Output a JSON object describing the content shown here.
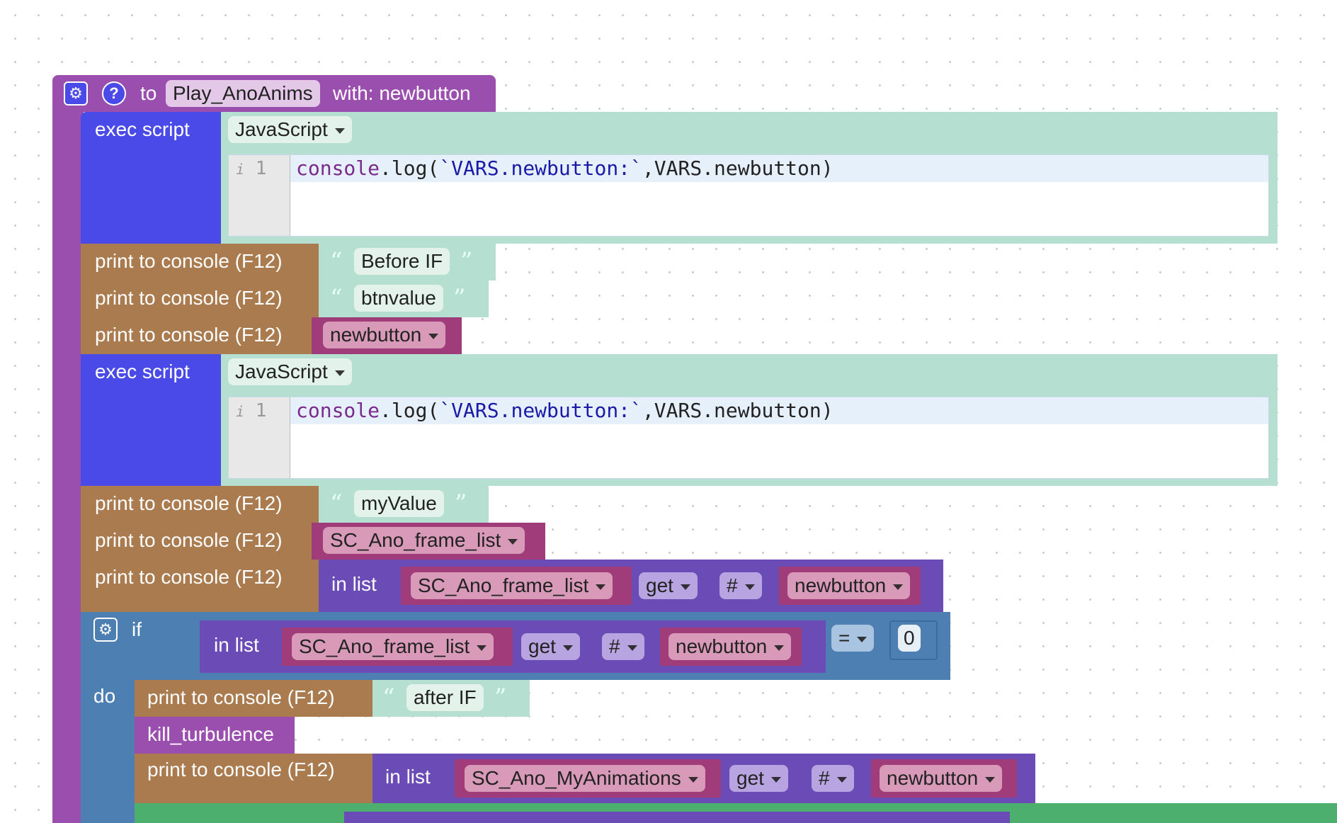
{
  "procedure": {
    "keyword": "to",
    "name": "Play_AnoAnims",
    "params": "with: newbutton",
    "gear_icon": "gear-icon",
    "help_icon": "question-icon"
  },
  "exec1": {
    "label": "exec script",
    "language": "JavaScript",
    "line_number": "1",
    "code_fn": "console",
    "code_dot": ".log(",
    "code_str": "`VARS.newbutton:`",
    "code_rest": ",VARS.newbutton)"
  },
  "print1": {
    "label": "print to console (F12)",
    "text": "Before IF"
  },
  "print2": {
    "label": "print to console (F12)",
    "text": "btnvalue"
  },
  "print3": {
    "label": "print to console (F12)",
    "var": "newbutton"
  },
  "exec2": {
    "label": "exec script",
    "language": "JavaScript",
    "line_number": "1",
    "code_fn": "console",
    "code_dot": ".log(",
    "code_str": "`VARS.newbutton:`",
    "code_rest": ",VARS.newbutton)"
  },
  "print4": {
    "label": "print to console (F12)",
    "text": "myValue"
  },
  "print5": {
    "label": "print to console (F12)",
    "var": "SC_Ano_frame_list"
  },
  "print6": {
    "label": "print to console (F12)",
    "in_list": "in list",
    "list": "SC_Ano_frame_list",
    "op": "get",
    "index_mode": "#",
    "index_var": "newbutton"
  },
  "if_block": {
    "if_label": "if",
    "do_label": "do",
    "in_list": "in list",
    "list": "SC_Ano_frame_list",
    "op": "get",
    "index_mode": "#",
    "index_var": "newbutton",
    "compare": "=",
    "value": "0"
  },
  "do_print1": {
    "label": "print to console (F12)",
    "text": "after IF"
  },
  "do_call": {
    "label": "kill_turbulence"
  },
  "do_print2": {
    "label": "print to console (F12)",
    "in_list": "in list",
    "list": "SC_Ano_MyAnimations",
    "op": "get",
    "index_mode": "#",
    "index_var": "newbutton"
  },
  "colors": {
    "procedure": "#9a4fae",
    "exec": "#4a4ae8",
    "print": "#a97b4f",
    "text": "#b5dfd0",
    "variable": "#a03c79",
    "list": "#6b4bb5",
    "logic": "#4d7fb3"
  }
}
